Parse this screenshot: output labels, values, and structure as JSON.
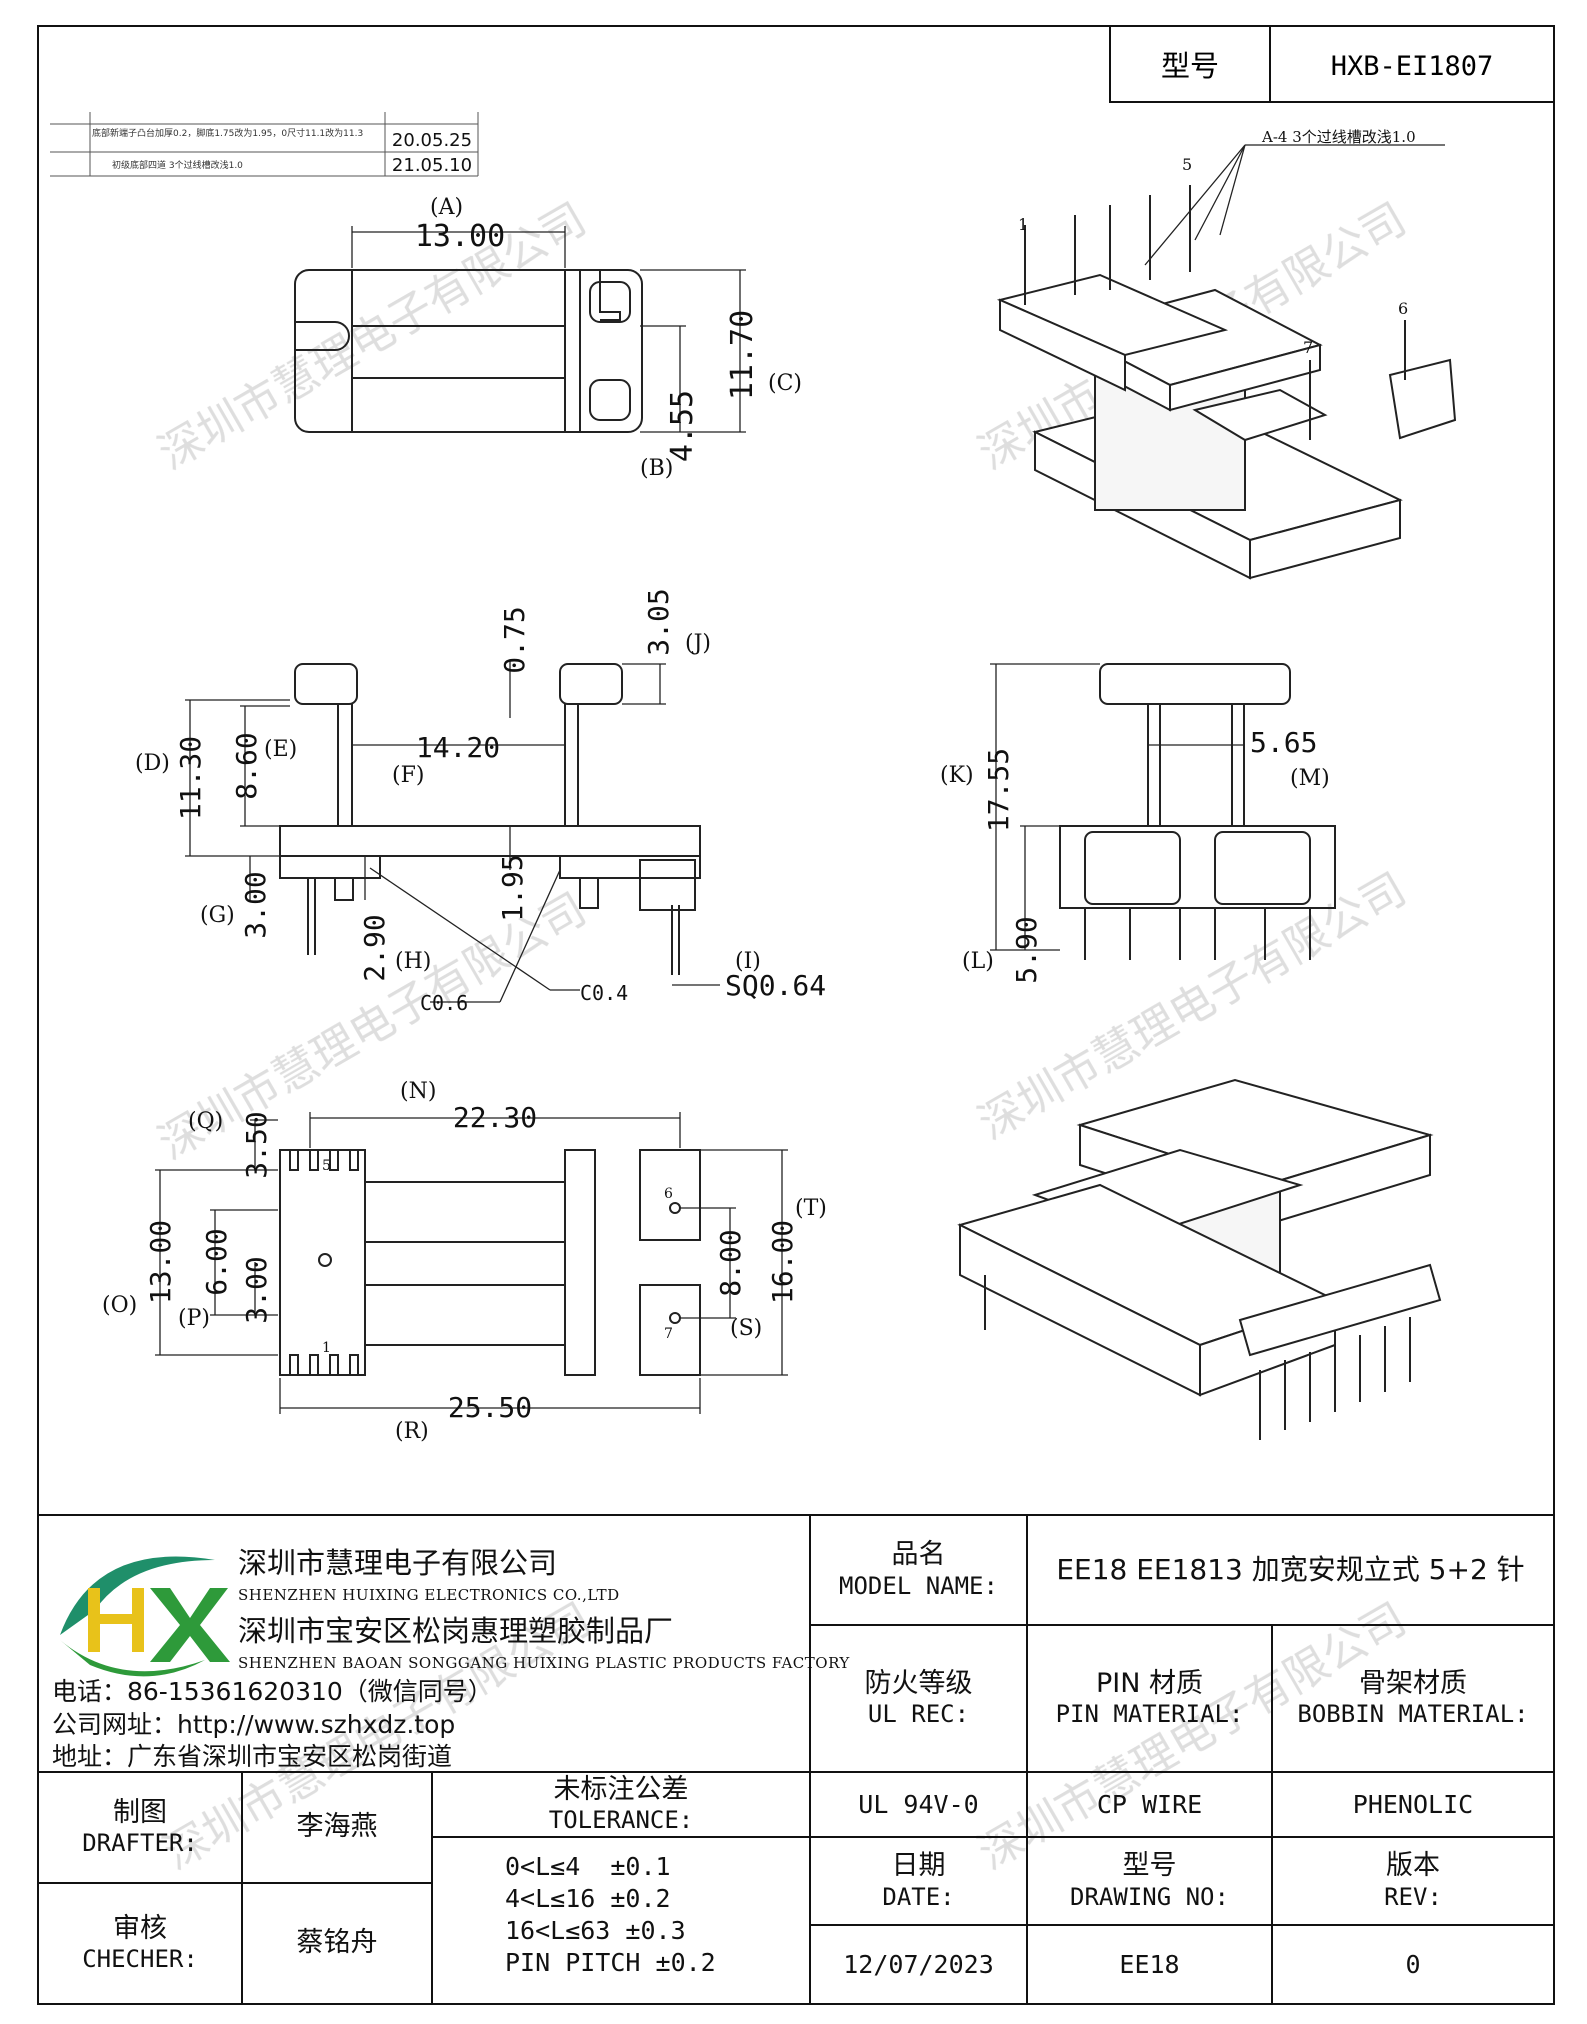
{
  "header": {
    "model_label": "型号",
    "model_value": "HXB-EI1807"
  },
  "revision_table": {
    "rows": [
      {
        "desc": "底部新端子凸台加厚0.2，脚底1.75改为1.95，0尺寸11.1改为11.3",
        "date": "20.05.25"
      },
      {
        "desc": "初级底部四道 3个过线槽改浅1.0",
        "date": "21.05.10"
      }
    ]
  },
  "watermark": "深圳市慧理电子有限公司",
  "drawing": {
    "callout_note": "A-4 3个过线槽改浅1.0",
    "top_view": {
      "dims": [
        "13.00",
        "11.70",
        "4.55"
      ],
      "letters": [
        "(A)",
        "(B)",
        "(C)"
      ]
    },
    "side_view": {
      "dims": [
        "0.75",
        "3.05",
        "11.30",
        "8.60",
        "14.20",
        "3.00",
        "2.90",
        "1.95",
        "C0.6",
        "C0.4",
        "SQ0.64"
      ],
      "letters": [
        "(D)",
        "(E)",
        "(F)",
        "(G)",
        "(H)",
        "(I)",
        "(J)"
      ]
    },
    "end_view": {
      "dims": [
        "17.55",
        "5.65",
        "5.90"
      ],
      "letters": [
        "(K)",
        "(L)",
        "(M)"
      ]
    },
    "bottom_view": {
      "dims": [
        "22.30",
        "3.50",
        "13.00",
        "6.00",
        "3.00",
        "8.00",
        "16.00",
        "25.50"
      ],
      "letters": [
        "(N)",
        "(O)",
        "(P)",
        "(Q)",
        "(R)",
        "(S)",
        "(T)"
      ]
    },
    "pin_numbers": [
      "1",
      "5",
      "6",
      "7"
    ]
  },
  "company": {
    "name_cn": "深圳市慧理电子有限公司",
    "name_en": "SHENZHEN HUIXING ELECTRONICS CO.,LTD",
    "factory_cn": "深圳市宝安区松岗惠理塑胶制品厂",
    "factory_en": "SHENZHEN BAOAN SONGGANG HUIXING PLASTIC PRODUCTS FACTORY",
    "phone": "电话：86-15361620310（微信同号）",
    "website": "公司网址：http://www.szhxdz.top",
    "address": "地址：广东省深圳市宝安区松岗街道"
  },
  "title_block": {
    "model_name_cn": "品名",
    "model_name_en": "MODEL NAME:",
    "model_name_value": "EE18 EE1813 加宽安规立式 5+2 针",
    "ul_cn": "防火等级",
    "ul_en": "UL REC:",
    "pin_cn": "PIN 材质",
    "pin_en": "PIN MATERIAL:",
    "bobbin_cn": "骨架材质",
    "bobbin_en": "BOBBIN MATERIAL:",
    "ul_value": "UL 94V-0",
    "pin_value": "CP WIRE",
    "bobbin_value": "PHENOLIC",
    "date_cn": "日期",
    "date_en": "DATE:",
    "drawing_cn": "型号",
    "drawing_en": "DRAWING NO:",
    "rev_cn": "版本",
    "rev_en": "REV:",
    "date_value": "12/07/2023",
    "drawing_value": "EE18",
    "rev_value": "0",
    "drafter_cn": "制图",
    "drafter_en": "DRAFTER:",
    "drafter_value": "李海燕",
    "checker_cn": "审核",
    "checker_en": "CHECHER:",
    "checker_value": "蔡铭舟",
    "tolerance_cn": "未标注公差",
    "tolerance_en": "TOLERANCE:",
    "tolerance_lines": [
      "0<L≤4  ±0.1",
      "4<L≤16 ±0.2",
      "16<L≤63 ±0.3",
      "PIN PITCH ±0.2"
    ]
  },
  "colors": {
    "line": "#111111",
    "logo_green": "#2e9a3a",
    "logo_yellow": "#e8c21a",
    "logo_teal": "#1f8f6a",
    "watermark": "#d7d7d7"
  }
}
